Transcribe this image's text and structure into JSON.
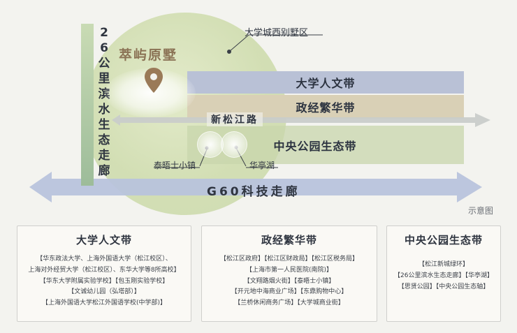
{
  "diagram": {
    "project_title": "萃屿原墅",
    "river_label": "26公里滨水生态走廊",
    "western_villa_label": "大学城西别墅区",
    "bands": {
      "humanities": "大学人文带",
      "politics": "政经繁华带",
      "park": "中央公园生态带"
    },
    "road_label": "新松江路",
    "highway_label": "G60科技走廊",
    "thames_label": "泰晤士小镇",
    "huating_label": "华亭湖",
    "schematic_label": "示意图",
    "colors": {
      "humanities_band": "#b9c1d6",
      "politics_band": "#d9d0b6",
      "park_band": "#c8d5ac",
      "highway_arrow": "#b8c3dc",
      "road_arrow": "#c9ccca",
      "pin": "#9a7a58"
    }
  },
  "cards": {
    "humanities": {
      "title": "大学人文带",
      "lines": [
        "【华东政法大学、上海外国语大学（松江校区）、",
        "上海对外经贸大学（松江校区）、东华大学等8所高校】",
        "【华东大学附属实验学校】【包玉刚实验学校】",
        "【文诚幼儿园（弘塔部）】",
        "【上海外国语大学松江外国语学校(中学部)】"
      ]
    },
    "politics": {
      "title": "政经繁华带",
      "lines": [
        "【松江区政府】【松江区财政局】【松江区税务局】",
        "【上海市第一人民医院(南院)】",
        "【文翔路烟火街】【泰晤士小镇】",
        "【开元地中海商业广场】【东鼎购物中心】",
        "【兰桥休闲商务广场】【大学城商业街】"
      ]
    },
    "park": {
      "title": "中央公园生态带",
      "lines": [
        "【松江新城绿环】",
        "【26公里滨水生态走廊】【华亭湖】",
        "【思贤公园】【中央公园生态轴】"
      ]
    }
  }
}
